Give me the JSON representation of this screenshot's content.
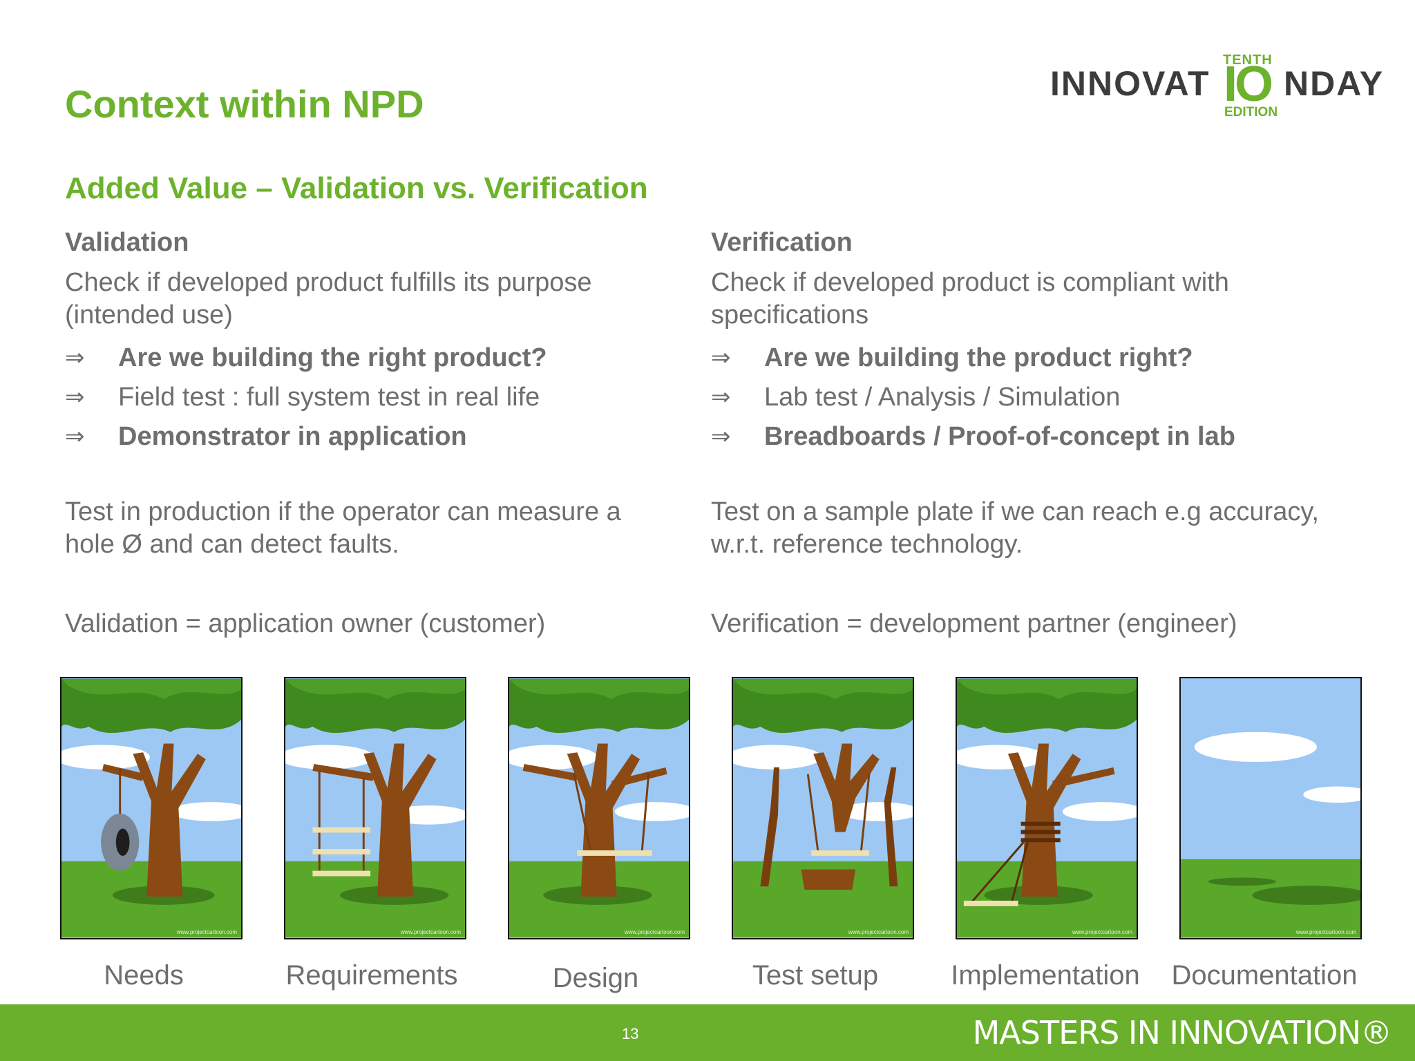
{
  "slide": {
    "title": "Context within NPD",
    "subtitle": "Added Value – Validation vs. Verification",
    "page_number": "13"
  },
  "logo": {
    "word_left": "INNOVAT",
    "number": "IO",
    "word_right": "NDAY",
    "top_text": "TENTH",
    "bottom_text": "EDITION"
  },
  "validation": {
    "heading": "Validation",
    "description": "Check if developed product fulfills its purpose (intended use)",
    "bullets": [
      {
        "arrow": "⇒",
        "text": "Are we building the right product?"
      },
      {
        "arrow": "⇒",
        "text": "Field test : full system test in real life"
      },
      {
        "arrow": "⇒",
        "text": "Demonstrator in application"
      }
    ],
    "example_line1": "Test in production if the operator can measure a",
    "example_line2": "hole Ø and can detect faults.",
    "owner": "Validation = application owner (customer)"
  },
  "verification": {
    "heading": "Verification",
    "description": "Check if developed product is compliant with specifications",
    "bullets": [
      {
        "arrow": "⇒",
        "text": "Are we building the product right?"
      },
      {
        "arrow": "⇒",
        "text": "Lab test / Analysis / Simulation"
      },
      {
        "arrow": "⇒",
        "text": "Breadboards / Proof-of-concept in lab"
      }
    ],
    "example_line1": "Test on a sample plate if we can reach e.g accuracy,",
    "example_line2": "w.r.t. reference technology.",
    "owner": "Verification = development partner (engineer)"
  },
  "panels": [
    {
      "caption": "Needs",
      "illustration": "tree-with-tire-swing",
      "watermark": "www.projectcartoon.com"
    },
    {
      "caption": "Requirements",
      "illustration": "tree-with-triple-seat-swing",
      "watermark": "www.projectcartoon.com"
    },
    {
      "caption": "Design",
      "illustration": "tree-with-swing-through-trunk",
      "watermark": "www.projectcartoon.com"
    },
    {
      "caption": "Test setup",
      "illustration": "tree-propped-with-cut-trunk-swing",
      "watermark": "www.projectcartoon.com"
    },
    {
      "caption": "Implementation",
      "illustration": "tree-with-rope-tied-around-trunk",
      "watermark": "www.projectcartoon.com"
    },
    {
      "caption": "Documentation",
      "illustration": "empty-sky-and-grass",
      "watermark": "www.projectcartoon.com"
    }
  ],
  "footer": {
    "brand": "MASTERS IN INNOVATION®"
  },
  "colors": {
    "accent_green": "#6db22c",
    "body_text": "#6e6e6e",
    "footer_bar": "#6ab02c"
  }
}
